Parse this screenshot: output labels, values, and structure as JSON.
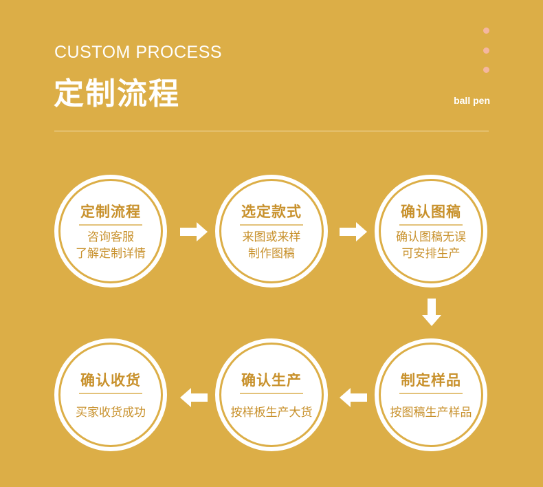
{
  "header": {
    "en_title": "CUSTOM PROCESS",
    "cn_title": "定制流程",
    "tag": "ball pen"
  },
  "colors": {
    "background": "#DCAE47",
    "accent_text": "#C8912C",
    "dot": "#F4B7A0",
    "white": "#FFFFFF"
  },
  "steps": [
    {
      "title": "定制流程",
      "desc1": "咨询客服",
      "desc2": "了解定制详情"
    },
    {
      "title": "选定款式",
      "desc1": "来图或来样",
      "desc2": "制作图稿"
    },
    {
      "title": "确认图稿",
      "desc1": "确认图稿无误",
      "desc2": "可安排生产"
    },
    {
      "title": "制定样品",
      "desc1": "按图稿生产样品"
    },
    {
      "title": "确认生产",
      "desc1": "按样板生产大货"
    },
    {
      "title": "确认收货",
      "desc1": "买家收货成功"
    }
  ]
}
